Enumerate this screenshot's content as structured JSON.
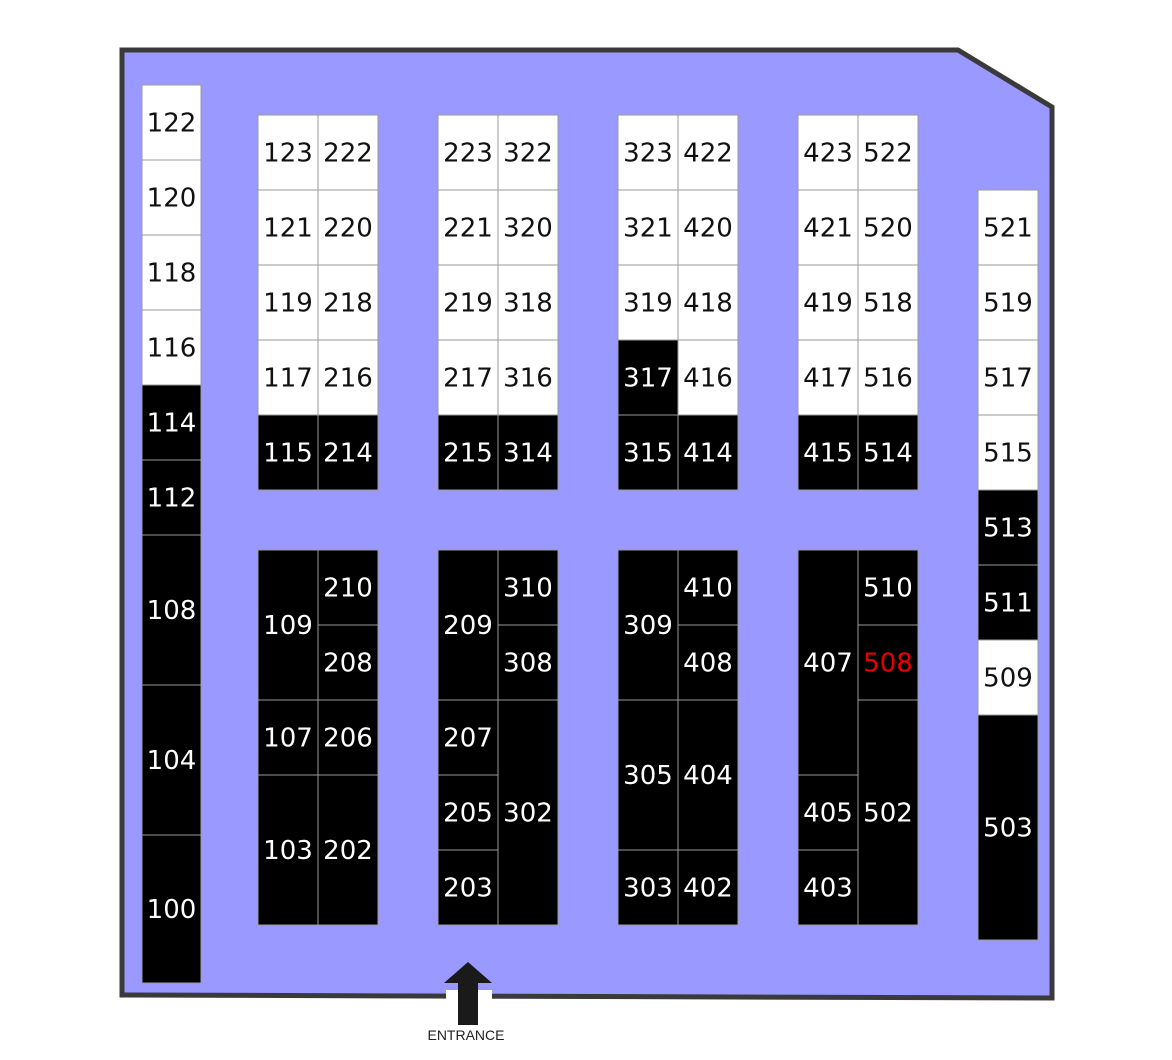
{
  "colors": {
    "floor": "#9999ff",
    "wall": "#3a3a3a",
    "occupied": "#000000",
    "available": "#ffffff",
    "text_on_available": "#111111",
    "text_on_occupied": "#ffffff",
    "highlight": "#e60000"
  },
  "entrance": {
    "label": "ENTRANCE",
    "icon": "up-arrow-icon"
  },
  "booths": [
    {
      "id": "122",
      "status": "available"
    },
    {
      "id": "120",
      "status": "available"
    },
    {
      "id": "118",
      "status": "available"
    },
    {
      "id": "116",
      "status": "available"
    },
    {
      "id": "114",
      "status": "occupied"
    },
    {
      "id": "112",
      "status": "occupied"
    },
    {
      "id": "108",
      "status": "occupied"
    },
    {
      "id": "104",
      "status": "occupied"
    },
    {
      "id": "100",
      "status": "occupied"
    },
    {
      "id": "123",
      "status": "available"
    },
    {
      "id": "222",
      "status": "available"
    },
    {
      "id": "121",
      "status": "available"
    },
    {
      "id": "220",
      "status": "available"
    },
    {
      "id": "119",
      "status": "available"
    },
    {
      "id": "218",
      "status": "available"
    },
    {
      "id": "117",
      "status": "available"
    },
    {
      "id": "216",
      "status": "available"
    },
    {
      "id": "115",
      "status": "occupied"
    },
    {
      "id": "214",
      "status": "occupied"
    },
    {
      "id": "223",
      "status": "available"
    },
    {
      "id": "322",
      "status": "available"
    },
    {
      "id": "221",
      "status": "available"
    },
    {
      "id": "320",
      "status": "available"
    },
    {
      "id": "219",
      "status": "available"
    },
    {
      "id": "318",
      "status": "available"
    },
    {
      "id": "217",
      "status": "available"
    },
    {
      "id": "316",
      "status": "available"
    },
    {
      "id": "215",
      "status": "occupied"
    },
    {
      "id": "314",
      "status": "occupied"
    },
    {
      "id": "323",
      "status": "available"
    },
    {
      "id": "422",
      "status": "available"
    },
    {
      "id": "321",
      "status": "available"
    },
    {
      "id": "420",
      "status": "available"
    },
    {
      "id": "319",
      "status": "available"
    },
    {
      "id": "418",
      "status": "available"
    },
    {
      "id": "317",
      "status": "occupied"
    },
    {
      "id": "416",
      "status": "available"
    },
    {
      "id": "315",
      "status": "occupied"
    },
    {
      "id": "414",
      "status": "occupied"
    },
    {
      "id": "423",
      "status": "available"
    },
    {
      "id": "522",
      "status": "available"
    },
    {
      "id": "421",
      "status": "available"
    },
    {
      "id": "520",
      "status": "available"
    },
    {
      "id": "419",
      "status": "available"
    },
    {
      "id": "518",
      "status": "available"
    },
    {
      "id": "417",
      "status": "available"
    },
    {
      "id": "516",
      "status": "available"
    },
    {
      "id": "415",
      "status": "occupied"
    },
    {
      "id": "514",
      "status": "occupied"
    },
    {
      "id": "521",
      "status": "available"
    },
    {
      "id": "519",
      "status": "available"
    },
    {
      "id": "517",
      "status": "available"
    },
    {
      "id": "515",
      "status": "available"
    },
    {
      "id": "513",
      "status": "occupied"
    },
    {
      "id": "511",
      "status": "occupied"
    },
    {
      "id": "509",
      "status": "available"
    },
    {
      "id": "503",
      "status": "occupied"
    },
    {
      "id": "210",
      "status": "occupied"
    },
    {
      "id": "109",
      "status": "occupied"
    },
    {
      "id": "208",
      "status": "occupied"
    },
    {
      "id": "107",
      "status": "occupied"
    },
    {
      "id": "206",
      "status": "occupied"
    },
    {
      "id": "103",
      "status": "occupied"
    },
    {
      "id": "202",
      "status": "occupied"
    },
    {
      "id": "310",
      "status": "occupied"
    },
    {
      "id": "209",
      "status": "occupied"
    },
    {
      "id": "308",
      "status": "occupied"
    },
    {
      "id": "207",
      "status": "occupied"
    },
    {
      "id": "205",
      "status": "occupied"
    },
    {
      "id": "203",
      "status": "occupied"
    },
    {
      "id": "302",
      "status": "occupied"
    },
    {
      "id": "410",
      "status": "occupied"
    },
    {
      "id": "309",
      "status": "occupied"
    },
    {
      "id": "408",
      "status": "occupied"
    },
    {
      "id": "305",
      "status": "occupied"
    },
    {
      "id": "404",
      "status": "occupied"
    },
    {
      "id": "303",
      "status": "occupied"
    },
    {
      "id": "402",
      "status": "occupied"
    },
    {
      "id": "510",
      "status": "occupied"
    },
    {
      "id": "407",
      "status": "occupied"
    },
    {
      "id": "508",
      "status": "occupied",
      "highlight": true
    },
    {
      "id": "405",
      "status": "occupied"
    },
    {
      "id": "403",
      "status": "occupied"
    },
    {
      "id": "502",
      "status": "occupied"
    }
  ]
}
